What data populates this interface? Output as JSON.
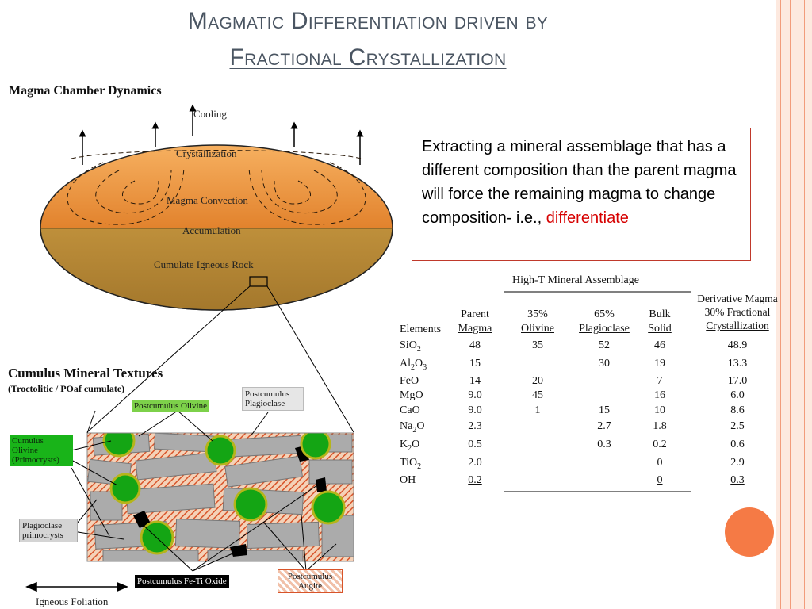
{
  "slide": {
    "title_line1": "Magmatic Differentiation driven by",
    "title_line2": "Fractional Crystallization"
  },
  "callout": {
    "text": "Extracting a mineral assemblage that has a different composition than the parent magma will force the remaining magma to change composition- i.e., ",
    "highlight": "differentiate",
    "highlight_color": "#d60000"
  },
  "magma_chamber": {
    "heading": "Magma Chamber Dynamics",
    "labels": {
      "cooling": "Cooling",
      "crystallization": "Crystallization",
      "convection": "Magma Convection",
      "accumulation": "Accumulation",
      "cumulate": "Cumulate Igneous Rock"
    }
  },
  "cumulus": {
    "heading": "Cumulus Mineral Textures",
    "subheading": "(Troctolitic / POaf cumulate)",
    "labels": {
      "postcumulus_olivine": "Postcumulus Olivine",
      "postcumulus_plagioclase": "Postcumulus Plagioclase",
      "cumulus_olivine": "Cumulus Olivine (Primocrysts)",
      "plagioclase_primocrysts": "Plagioclase primocrysts",
      "fe_ti_oxide": "Postcumulus Fe-Ti Oxide",
      "augite": "Postcumulus Augite",
      "foliation": "Igneous Foliation"
    },
    "colors": {
      "olivine": "#1faa1f",
      "plagioclase": "#a8a8a8",
      "augite": "#e07a4a",
      "oxide": "#000000"
    }
  },
  "mineral_table": {
    "group_header": "High-T Mineral Assemblage",
    "derivative_header": [
      "Derivative Magma",
      "30% Fractional",
      "Crystallization"
    ],
    "columns": [
      {
        "top": "",
        "bottom": "Elements"
      },
      {
        "top": "Parent",
        "bottom": "Magma"
      },
      {
        "top": "35%",
        "bottom": "Olivine"
      },
      {
        "top": "65%",
        "bottom": "Plagioclase"
      },
      {
        "top": "Bulk",
        "bottom": "Solid"
      }
    ],
    "rows": [
      {
        "element": "SiO2",
        "parent": "48",
        "olivine": "35",
        "plag": "52",
        "bulk": "46",
        "deriv": "48.9"
      },
      {
        "element": "Al2O3",
        "parent": "15",
        "olivine": "",
        "plag": "30",
        "bulk": "19",
        "deriv": "13.3"
      },
      {
        "element": "FeO",
        "parent": "14",
        "olivine": "20",
        "plag": "",
        "bulk": "7",
        "deriv": "17.0"
      },
      {
        "element": "MgO",
        "parent": "9.0",
        "olivine": "45",
        "plag": "",
        "bulk": "16",
        "deriv": "6.0"
      },
      {
        "element": "CaO",
        "parent": "9.0",
        "olivine": "1",
        "plag": "15",
        "bulk": "10",
        "deriv": "8.6"
      },
      {
        "element": "Na2O",
        "parent": "2.3",
        "olivine": "",
        "plag": "2.7",
        "bulk": "1.8",
        "deriv": "2.5"
      },
      {
        "element": "K2O",
        "parent": "0.5",
        "olivine": "",
        "plag": "0.3",
        "bulk": "0.2",
        "deriv": "0.6"
      },
      {
        "element": "TiO2",
        "parent": "2.0",
        "olivine": "",
        "plag": "",
        "bulk": "0",
        "deriv": "2.9"
      },
      {
        "element": "OH",
        "parent": "0.2",
        "olivine": "",
        "plag": "",
        "bulk": "0",
        "deriv": "0.3"
      }
    ]
  }
}
